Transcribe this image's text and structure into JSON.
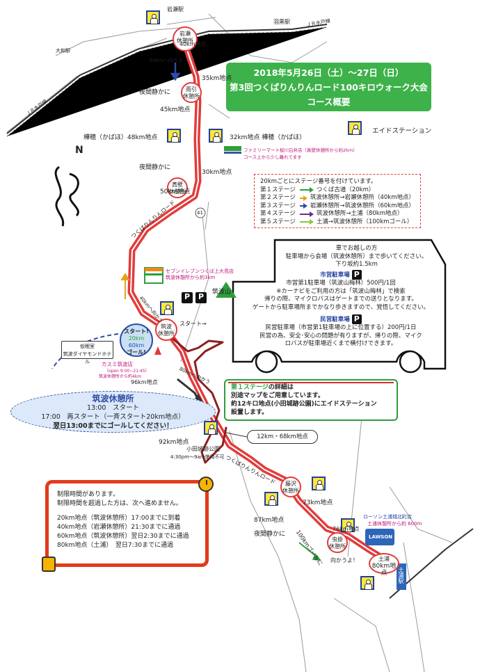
{
  "title": {
    "line1": "2018年5月26日（土）～27日（日）",
    "line2": "第3回つくばりんりんロード100キロウォーク大会",
    "line3": "コース概要"
  },
  "legend": {
    "aid_station": "エイドステーション"
  },
  "compass": "N",
  "stations": {
    "iwase": {
      "name1": "岩瀬",
      "name2": "休憩所",
      "km": "40km地点"
    },
    "amabiki": {
      "name1": "雨引",
      "name2": "休憩所"
    },
    "makabe": {
      "name1": "真壁",
      "name2": "休憩所"
    },
    "tsukuba": {
      "name1": "筑波",
      "name2": "休憩所"
    },
    "fujisawa": {
      "name1": "藤沢",
      "name2": "休憩所"
    },
    "torazuka": {
      "name1": "虫掛",
      "name2": "休憩所"
    },
    "tsuchiura": {
      "name1": "土浦",
      "name2": "80km地点"
    }
  },
  "labels": {
    "iwase_station": "岩瀬駅",
    "haguro_station": "羽黒駅",
    "yamato_station": "大和駅",
    "jr_mito_line": "ＪＲ水戸線",
    "jr_mito_line2": "ＪＲ水戸線",
    "to_60km": "60kmへ向かう",
    "km35": "35km地点",
    "km45": "45km地点",
    "quiet1": "夜間静かに",
    "quiet2": "夜間静かに",
    "quiet3": "夜間静かに",
    "kabaho48": "樺穂（かばほ）48km地点",
    "kabaho32": "32km地点 樺穂（かばほ）",
    "km30": "30km地点",
    "km50": "50km地点",
    "familymart": "ファミリーマート桜川白井店（真壁休憩所から約2km）",
    "familymart2": "コース上から少し離れてます",
    "ringring": "つくばりんりんロード",
    "ringring2": "つくばりんりんロード",
    "seven": "セブンイレブンつくば上大島店",
    "seven2": "筑波休憩所から約3km",
    "tsukubasan": "筑波山",
    "to_40km": "40kmへ向かう",
    "start_arrow": "スタート→",
    "to_80km": "80kmへ向かう",
    "km96": "96km地点",
    "km92": "92km地点",
    "oda_park": "小田城跡公園",
    "oda_time": "4:30pm～9am使用不可",
    "kasumi": "カスミ筑波店",
    "kasumi_open": "（open 9:00~21:45）",
    "kasumi_dist": "筑波休憩所から約4km",
    "hotel1": "仮眠室",
    "hotel2": "筑波ダイヤモンドホテル",
    "km12_68": "12km・68km地点",
    "km73": "73km地点",
    "km87": "87km地点",
    "km76": "76km地点",
    "to_100km": "100kmゴールに",
    "to_100km2": "向かうよ！",
    "lawson": "ローソン土浦城北町店",
    "lawson2": "土浦休憩所から約 600m",
    "lawson_sign": "LAWSON",
    "tsuchiura_station": "土浦駅",
    "route41": "41"
  },
  "stages": {
    "header": "20kmごとにステージ番号を付けています。",
    "rows": [
      {
        "label": "第１ステージ",
        "desc": "つくば古道（20km）",
        "color": "#2e9e3d"
      },
      {
        "label": "第２ステージ",
        "desc": "筑波休憩所→岩瀬休憩所（40km地点）",
        "color": "#e8a21a"
      },
      {
        "label": "第３ステージ",
        "desc": "岩瀬休憩所→筑波休憩所（60km地点）",
        "color": "#2d4ba8"
      },
      {
        "label": "第４ステージ",
        "desc": "筑波休憩所→土浦（80km地点）",
        "color": "#6b2b8c"
      },
      {
        "label": "第５ステージ",
        "desc": "土浦→筑波休憩所（100kmゴール）",
        "color": "#8cc63f"
      }
    ]
  },
  "parking": {
    "intro1": "車でお越しの方",
    "intro2": "駐車場から会場（筑波休憩所）まで歩いてください。",
    "intro3": "下り坂約1.5km",
    "city_title": "市営駐車場",
    "city1": "市営第1駐車場（筑波山梅林）500円/1回",
    "city2": "※カーナビをご利用の方は「筑波山梅林」で検索",
    "city3": "帰りの際、マイクロバスはゲートまでの送りとなります。",
    "city4": "ゲートから駐車場所までかなり歩きますので、覚悟してください。",
    "private_title": "民営駐車場",
    "private1": "民営駐車場（市営第1駐車場の上に位置する）200円/1日",
    "private2": "民営の為、安全･安心の問題が有りますが、帰りの際、マイク",
    "private3": "ロバスが駐車場近くまで横付けできます。"
  },
  "start_circle": {
    "l1": "スタート!",
    "l2": "20km",
    "l3": "60km",
    "l4": "ゴール!"
  },
  "rest_area": {
    "title": "筑波休憩所",
    "row1_time": "13:00",
    "row1_text": "スタート",
    "row2_time": "17:00",
    "row2_text": "再スタート（一斉スタート20km地点）",
    "row3": "翌日13:00までにゴールしてください！"
  },
  "stage1_info": {
    "line1a": "第１ステージ",
    "line1b": "の詳細は",
    "line2": "別途マップをご用意しています。",
    "line3": "約12キロ地点(小田城跡公園)にエイドステーション",
    "line4": "設置します。"
  },
  "time_limits": {
    "line1": "制限時間があります。",
    "line2": "制限時間を超過した方は、次へ進めません。",
    "rows": [
      "20km地点（筑波休憩所）17:00までに到着",
      "40km地点（岩瀬休憩所）21:30までに通過",
      "60km地点（筑波休憩所）翌日2:30までに通過",
      "80km地点（土浦）　翌日7:30までに通過"
    ]
  },
  "colors": {
    "route": "#e23b3b",
    "title_bg": "#3db24a",
    "time_border": "#e23b1c"
  }
}
